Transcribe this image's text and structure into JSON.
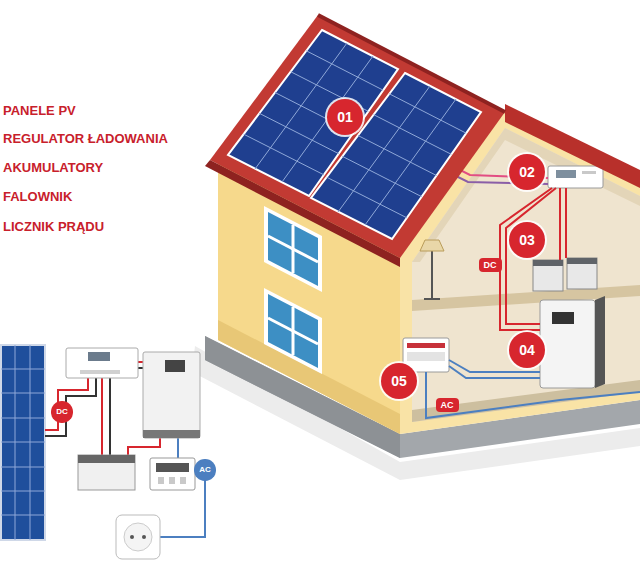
{
  "diagram": {
    "nodes": [
      {
        "text": [
          "01"
        ]
      },
      {
        "text": [
          "02"
        ]
      },
      {
        "text": [
          "03"
        ]
      },
      {
        "text": [
          "DC"
        ]
      },
      {
        "text": [
          "04"
        ]
      },
      {
        "text": [
          "05"
        ]
      },
      {
        "text": [
          "AC"
        ]
      },
      {
        "text": [
          "DC"
        ]
      },
      {
        "text": [
          "AC"
        ]
      }
    ],
    "labels": [
      "PANELE PV",
      "REGULATOR ŁADOWANIA",
      "AKUMULATORY",
      "FALOWNIK",
      "LICZNIK PRĄDU"
    ]
  }
}
